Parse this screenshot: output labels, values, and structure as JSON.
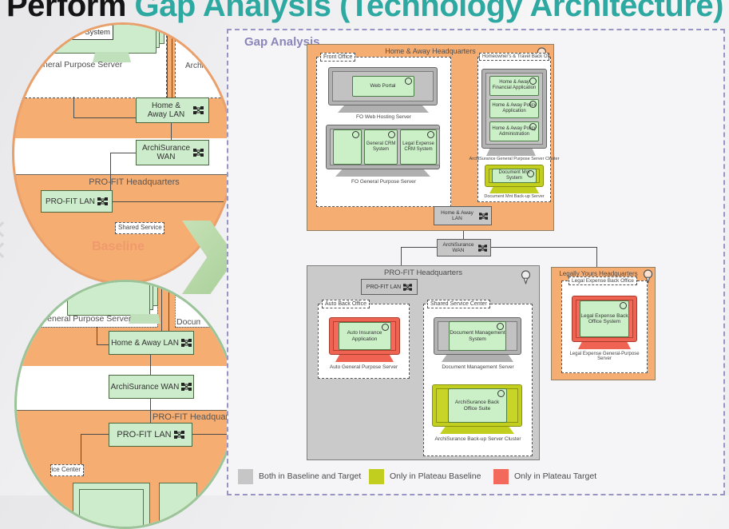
{
  "slide": {
    "title_prefix": "Perform ",
    "title_highlight": "Gap Analysis (Technology Architecture)"
  },
  "left": {
    "baseline_label": "Baseline",
    "top_circle": {
      "crm_label": "CRM System",
      "server_label": "General Purpose Server",
      "archisurance_partial": "ArchiSurance",
      "lan_node": "Home & Away LAN",
      "wan_node": "ArchiSurance WAN",
      "hq_title": "PRO-FIT Headquarters",
      "profit_lan_node": "PRO-FIT LAN",
      "shared_tab": "Shared Service Center"
    },
    "bottom_circle": {
      "server_label": "General Purpose Server",
      "document_partial": "Document",
      "lan_node": "Home & Away LAN",
      "wan_node": "ArchiSurance WAN",
      "hq_title": "PRO-FIT Headquarters",
      "profit_lan_node": "PRO-FIT LAN",
      "center_tab": "Shared Service Center"
    }
  },
  "panel": {
    "heading": "Gap Analysis",
    "home_away_hq": {
      "title": "Home & Away Headquarters",
      "front_office": {
        "tab": "Front Office",
        "web_portal_app": "Web Portal",
        "web_server_label": "FO Web Hosting Server",
        "crm_apps": [
          "",
          "General CRM System",
          "Legal Expense CRM System"
        ],
        "gp_server_label": "FO General Purpose Server"
      },
      "homeowners_back_office": {
        "tab": "Homeowner's & Travel Back Office",
        "cluster_apps": [
          "Home & Away Financial Application",
          "Home & Away Policy Application",
          "Home & Away Policy Administration"
        ],
        "cluster_label": "ArchiSurance General Purpose Server Cluster",
        "doc_app": "Document Mnt System",
        "doc_server_label": "Document Mnt Back-up Server"
      },
      "lan_node": "Home & Away LAN"
    },
    "wan_node": "ArchiSurance WAN",
    "profit_hq": {
      "title": "PRO-FIT Headquarters",
      "lan_node": "PRO-FIT LAN",
      "auto_back_office": {
        "tab": "Auto Back Office",
        "app": "Auto Insurance Application",
        "server_label": "Auto General Purpose Server"
      },
      "shared_service_center": {
        "tab": "Shared Service Center",
        "doc_app": "Document Management System",
        "doc_server_label": "Document Management Server",
        "suite_app": "ArchiSurance Back Office Suite",
        "suite_server_label": "ArchiSurance Back-up Server Cluster"
      }
    },
    "legally_hq": {
      "title": "Legally Yours Headquarters",
      "back_office": {
        "tab": "Legal Expense Back Office",
        "app": "Legal Expense Back Office System",
        "server_label": "Legal Expense General-Purpose Server"
      }
    },
    "legend": {
      "items": [
        {
          "label": "Both in Baseline and Target",
          "color": "#c6c6c6"
        },
        {
          "label": "Only in Plateau Baseline",
          "color": "#c1ce20"
        },
        {
          "label": "Only in Plateau Target",
          "color": "#f3695b"
        }
      ]
    }
  },
  "colors": {
    "title_accent": "#2ea9a2",
    "heading_purple": "#8a86ba",
    "baseline_orange": "#ef9a6d",
    "location_orange": "#f6ad72",
    "node_green": "#cdeccb",
    "app_green": "#cbf0c8",
    "plateau_baseline_yellow": "#c1ce20",
    "plateau_target_red": "#f3695b",
    "both_gray": "#c6c6c6",
    "arrow_green": "#b8d8a8"
  }
}
